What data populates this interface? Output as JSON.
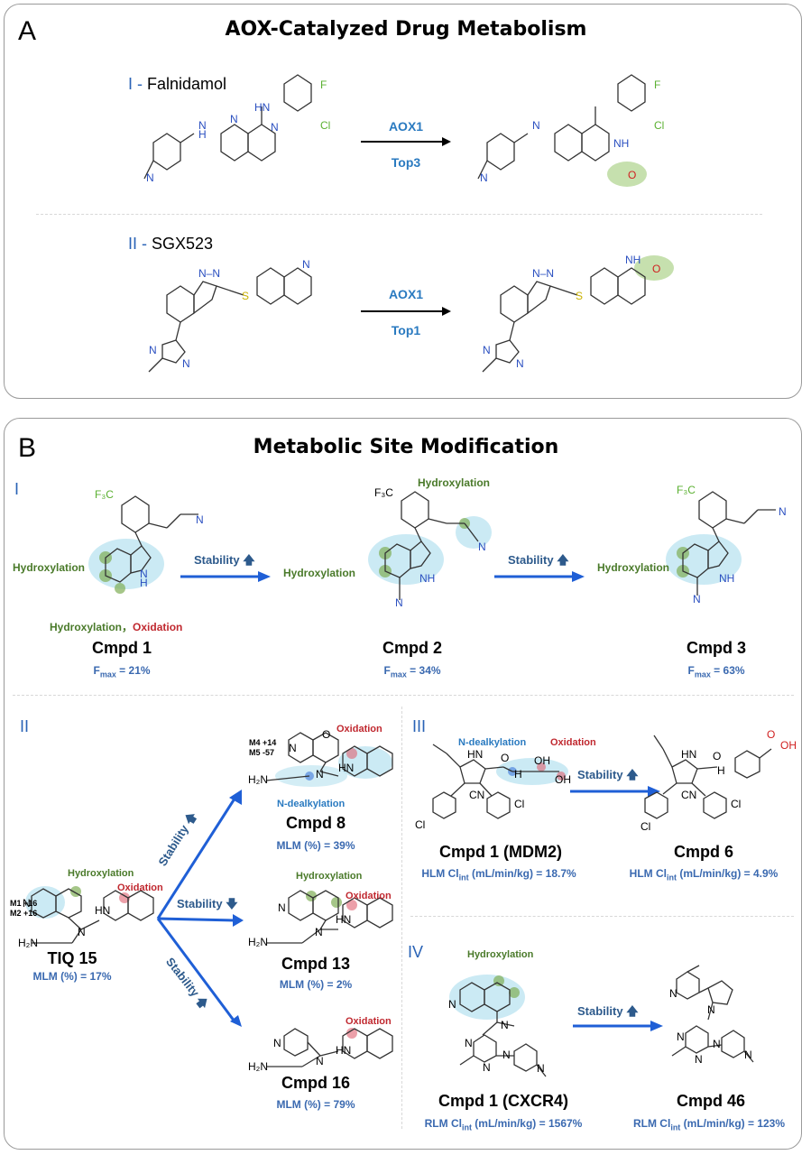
{
  "panel_a": {
    "label": "A",
    "title": "AOX-Catalyzed Drug Metabolism",
    "row1": {
      "numeral": "I -",
      "name": "Falnidamol",
      "enzyme": "AOX1",
      "rank": "Top3"
    },
    "row2": {
      "numeral": "II -",
      "name": "SGX523",
      "enzyme": "AOX1",
      "rank": "Top1"
    }
  },
  "panel_b": {
    "label": "B",
    "title": "Metabolic Site Modification",
    "sec1": {
      "numeral": "I",
      "cmpd1": "Cmpd 1",
      "cmpd1_val": "= 21%",
      "cmpd2": "Cmpd 2",
      "cmpd2_val": "= 34%",
      "cmpd3": "Cmpd 3",
      "cmpd3_val": "= 63%",
      "fmax_main": "F",
      "fmax_sub": "max",
      "hydroxylation": "Hydroxylation",
      "hydroxylation_comma": "Hydroxylation，",
      "oxidation": "Oxidation",
      "stability": "Stability"
    },
    "sec2": {
      "numeral": "II",
      "tiq": "TIQ 15",
      "tiq_val": "MLM (%) = 17%",
      "cmpd8": "Cmpd 8",
      "cmpd8_val": "MLM (%) = 39%",
      "cmpd13": "Cmpd 13",
      "cmpd13_val": "MLM (%) = 2%",
      "cmpd16": "Cmpd 16",
      "cmpd16_val": "MLM (%) = 79%",
      "m1": "M1 +16",
      "m2": "M2 +16",
      "m4": "M4 +14",
      "m5": "M5 -57",
      "hydroxylation": "Hydroxylation",
      "oxidation": "Oxidation",
      "ndealk": "N-dealkylation",
      "stability": "Stability"
    },
    "sec3": {
      "numeral": "III",
      "left": "Cmpd 1 (MDM2)",
      "left_pre": "HLM Cl",
      "left_sub": "int",
      "left_post": " (mL/min/kg) = 18.7%",
      "right": "Cmpd 6",
      "right_pre": "HLM Cl",
      "right_sub": "int",
      "right_post": " (mL/min/kg) = 4.9%",
      "ndealk": "N-dealkylation",
      "oxidation": "Oxidation",
      "stability": "Stability"
    },
    "sec4": {
      "numeral": "IV",
      "left": "Cmpd 1 (CXCR4)",
      "left_pre": "RLM Cl",
      "left_sub": "int",
      "left_post": " (mL/min/kg) = 1567%",
      "right": "Cmpd 46",
      "right_pre": "RLM Cl",
      "right_sub": "int",
      "right_post": " (mL/min/kg) = 123%",
      "hydroxylation": "Hydroxylation",
      "stability": "Stability"
    }
  },
  "colors": {
    "blue_arrow": "#1f5fd6",
    "site_glow": "#a8dcec",
    "green_site": "#7fae55",
    "red_site": "#e06070"
  }
}
